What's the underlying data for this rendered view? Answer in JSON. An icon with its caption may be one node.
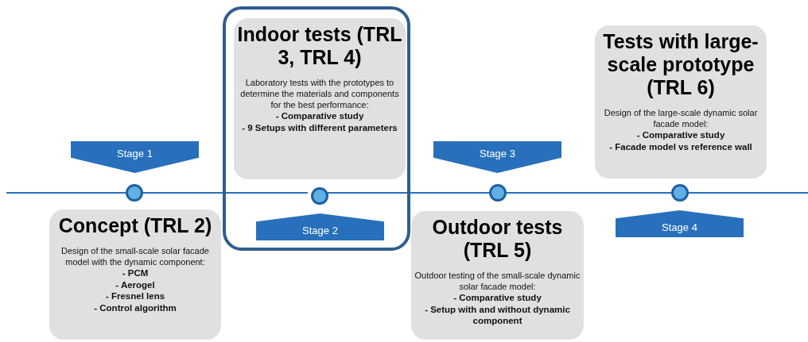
{
  "diagram": {
    "nodes": [
      {
        "text": [
          "Stage 1"
        ]
      },
      {
        "text": [],
        "shape": "circle"
      },
      {
        "text": [
          "Concept (TRL 2)",
          "Design of the small-scale solar facade model with the dynamic component:",
          "- PCM",
          "- Aerogel",
          "- Fresnel lens",
          "- Control algorithm"
        ]
      },
      {
        "text": [],
        "shape": "box"
      },
      {
        "text": [
          "Indoor tests (TRL 3, TRL 4)",
          "Laboratory tests with the prototypes to determine the materials and components for the best performance:",
          "- Comparative study",
          "- 9 Setups with different parameters"
        ],
        "in": 3
      },
      {
        "text": [],
        "shape": "circle",
        "in": 3
      },
      {
        "text": [
          "Stage 2"
        ],
        "in": 3
      },
      {
        "text": [
          "Stage 3"
        ]
      },
      {
        "text": [],
        "shape": "circle"
      },
      {
        "text": [
          "Outdoor tests (TRL 5)",
          "Outdoor testing of the small-scale dynamic solar facade model:",
          "- Comparative study",
          "- Setup with and without dynamic component"
        ]
      },
      {
        "text": [
          "Tests with large-scale prototype (TRL 6)",
          "Design of the large-scale dynamic solar facade model:",
          "- Comparative study",
          "- Facade model vs reference wall"
        ]
      },
      {
        "text": [],
        "shape": "circle"
      },
      {
        "text": [
          "Stage 4"
        ]
      }
    ],
    "edges": [
      {
        "from": null,
        "to": 1,
        "arrow": "none"
      },
      {
        "from": 1,
        "to": 5,
        "arrow": "none"
      },
      {
        "from": 5,
        "to": 8,
        "arrow": "none"
      },
      {
        "from": 8,
        "to": 11,
        "arrow": "none"
      },
      {
        "from": 11,
        "to": null,
        "arrow": "none"
      }
    ]
  }
}
